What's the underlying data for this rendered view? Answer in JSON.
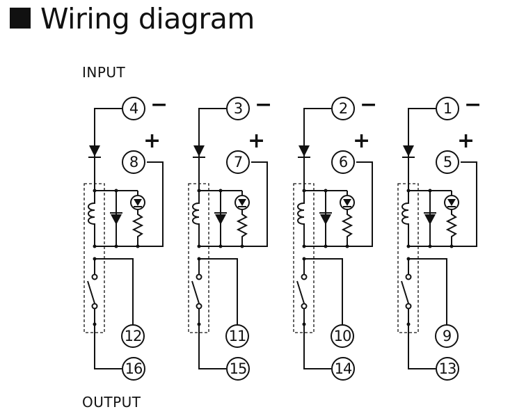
{
  "title": "Wiring diagram",
  "input_label": "INPUT",
  "output_label": "OUTPUT",
  "channels": [
    {
      "neg": "4",
      "pos": "8",
      "out_a": "12",
      "out_b": "16"
    },
    {
      "neg": "3",
      "pos": "7",
      "out_a": "11",
      "out_b": "15"
    },
    {
      "neg": "2",
      "pos": "6",
      "out_a": "10",
      "out_b": "14"
    },
    {
      "neg": "1",
      "pos": "5",
      "out_a": "9",
      "out_b": "13"
    }
  ],
  "minus_sign": "−",
  "plus_sign": "+"
}
